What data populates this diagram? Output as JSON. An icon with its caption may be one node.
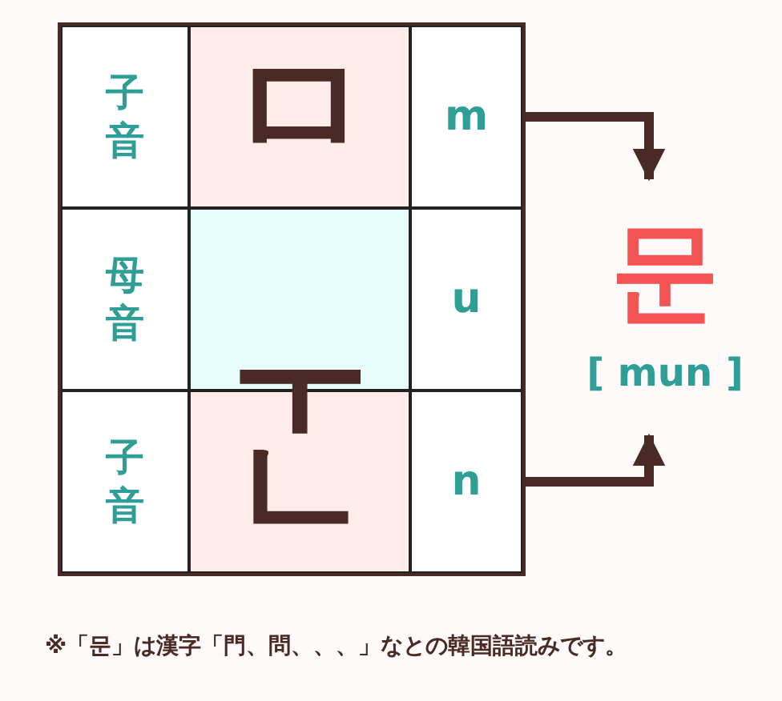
{
  "diagram": {
    "nodes": [
      {
        "text": [
          "子音"
        ]
      },
      {
        "text": [
          "ㅁ"
        ]
      },
      {
        "text": [
          "m"
        ]
      },
      {
        "text": [
          "母音"
        ]
      },
      {
        "text": [],
        "shape": "box"
      },
      {
        "text": [
          "u"
        ]
      },
      {
        "text": [
          "子音"
        ]
      },
      {
        "text": [
          "ㄴ"
        ]
      },
      {
        "text": [
          "n"
        ]
      },
      {
        "text": [
          "문",
          "[ mun ]"
        ]
      }
    ],
    "edges": [
      {
        "from": 2,
        "to": 9,
        "arrow": "to"
      },
      {
        "from": 8,
        "to": 9,
        "arrow": "to"
      }
    ],
    "labels": [
      "ㅜ",
      "※「문」は漢字「門、問、、、」なとの韓国語読みです。"
    ]
  }
}
